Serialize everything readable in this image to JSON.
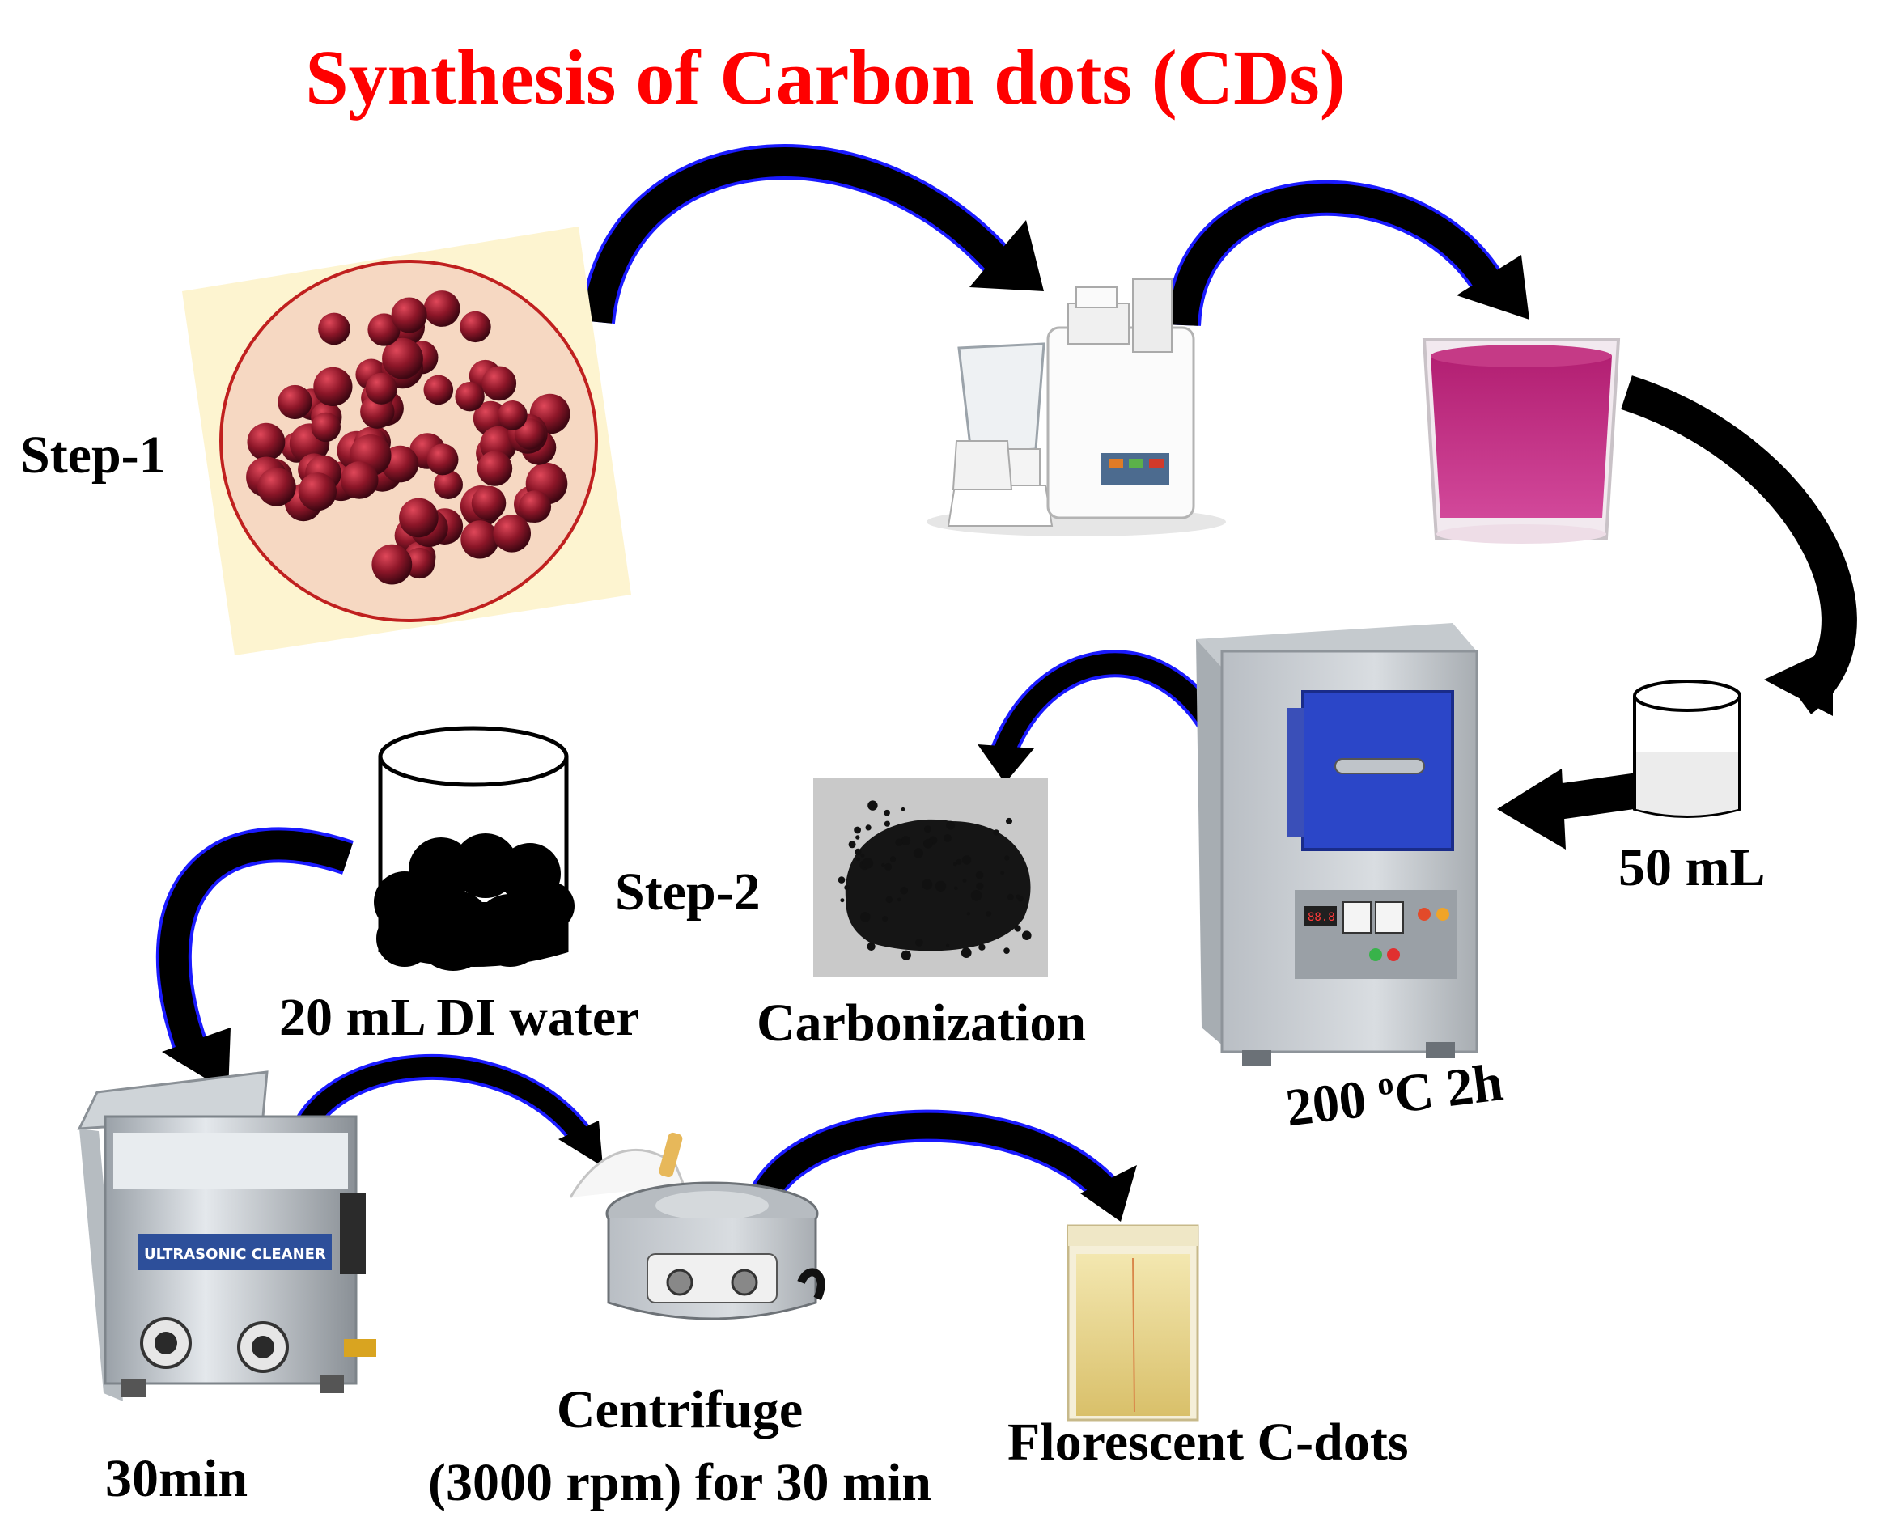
{
  "title": "Synthesis of Carbon dots (CDs)",
  "steps": {
    "step1": "Step-1",
    "step2": "Step-2"
  },
  "labels": {
    "volume_50": "50 mL",
    "temperature_pre": "200 ",
    "temperature_sup": "o",
    "temperature_post": "C 2h",
    "carbonization": "Carbonization",
    "di_water": "20 mL DI water",
    "sonication_time": "30min",
    "centrifuge_line1": "Centrifuge",
    "centrifuge_line2": "(3000 rpm) for 30 min",
    "product": "Florescent C-dots"
  },
  "device_text": {
    "ultrasonic_panel": "ULTRASONIC CLEANER"
  },
  "icons": [
    "berries-plate-icon",
    "juicer-blender-icon",
    "juice-glass-icon",
    "beaker-50ml-icon",
    "muffle-furnace-icon",
    "carbon-powder-icon",
    "beaker-carbon-icon",
    "ultrasonic-cleaner-icon",
    "centrifuge-icon",
    "cdots-vial-icon"
  ],
  "colors": {
    "title": "#ff0000",
    "arrow_fill": "#000000",
    "arrow_edge": "#1a1aff",
    "juice": "#c2327f",
    "furnace_door": "#2b46c8",
    "cdots_solution": "#e8d68a"
  }
}
